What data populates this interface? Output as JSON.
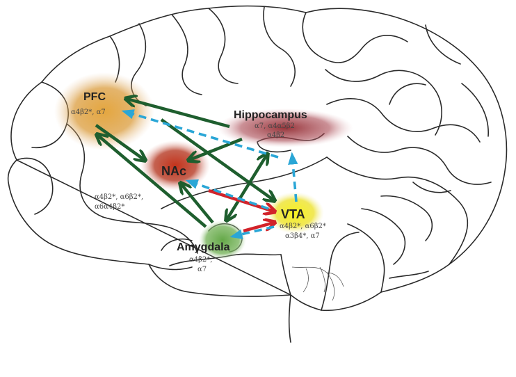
{
  "regions": {
    "pfc": {
      "name": "PFC",
      "receptors": [
        "α4β2*, α7"
      ],
      "color": "#e0a030"
    },
    "hippocampus": {
      "name": "Hippocampus",
      "receptors": [
        "α7, α4α5β2",
        "α4β2"
      ],
      "color": "#8b1e24"
    },
    "nac": {
      "name": "NAc",
      "receptors": [
        "α4β2*, α6β2*,",
        "α6α4β2*"
      ],
      "color": "#c8371e"
    },
    "vta": {
      "name": "VTA",
      "receptors": [
        "α4β2*, α6β2*",
        "α3β4*, α7"
      ],
      "color": "#f2ee2a"
    },
    "amygdala": {
      "name": "Amygdala",
      "receptors": [
        "α4β2*,",
        "α7"
      ],
      "color": "#6aa84f"
    }
  },
  "colors": {
    "glutamatergic_arrow": "#1e5e2e",
    "dopaminergic_arrow": "#d2232a",
    "cholinergic_dashed_arrow": "#2aa6d6",
    "outline": "#2a2a2a"
  }
}
